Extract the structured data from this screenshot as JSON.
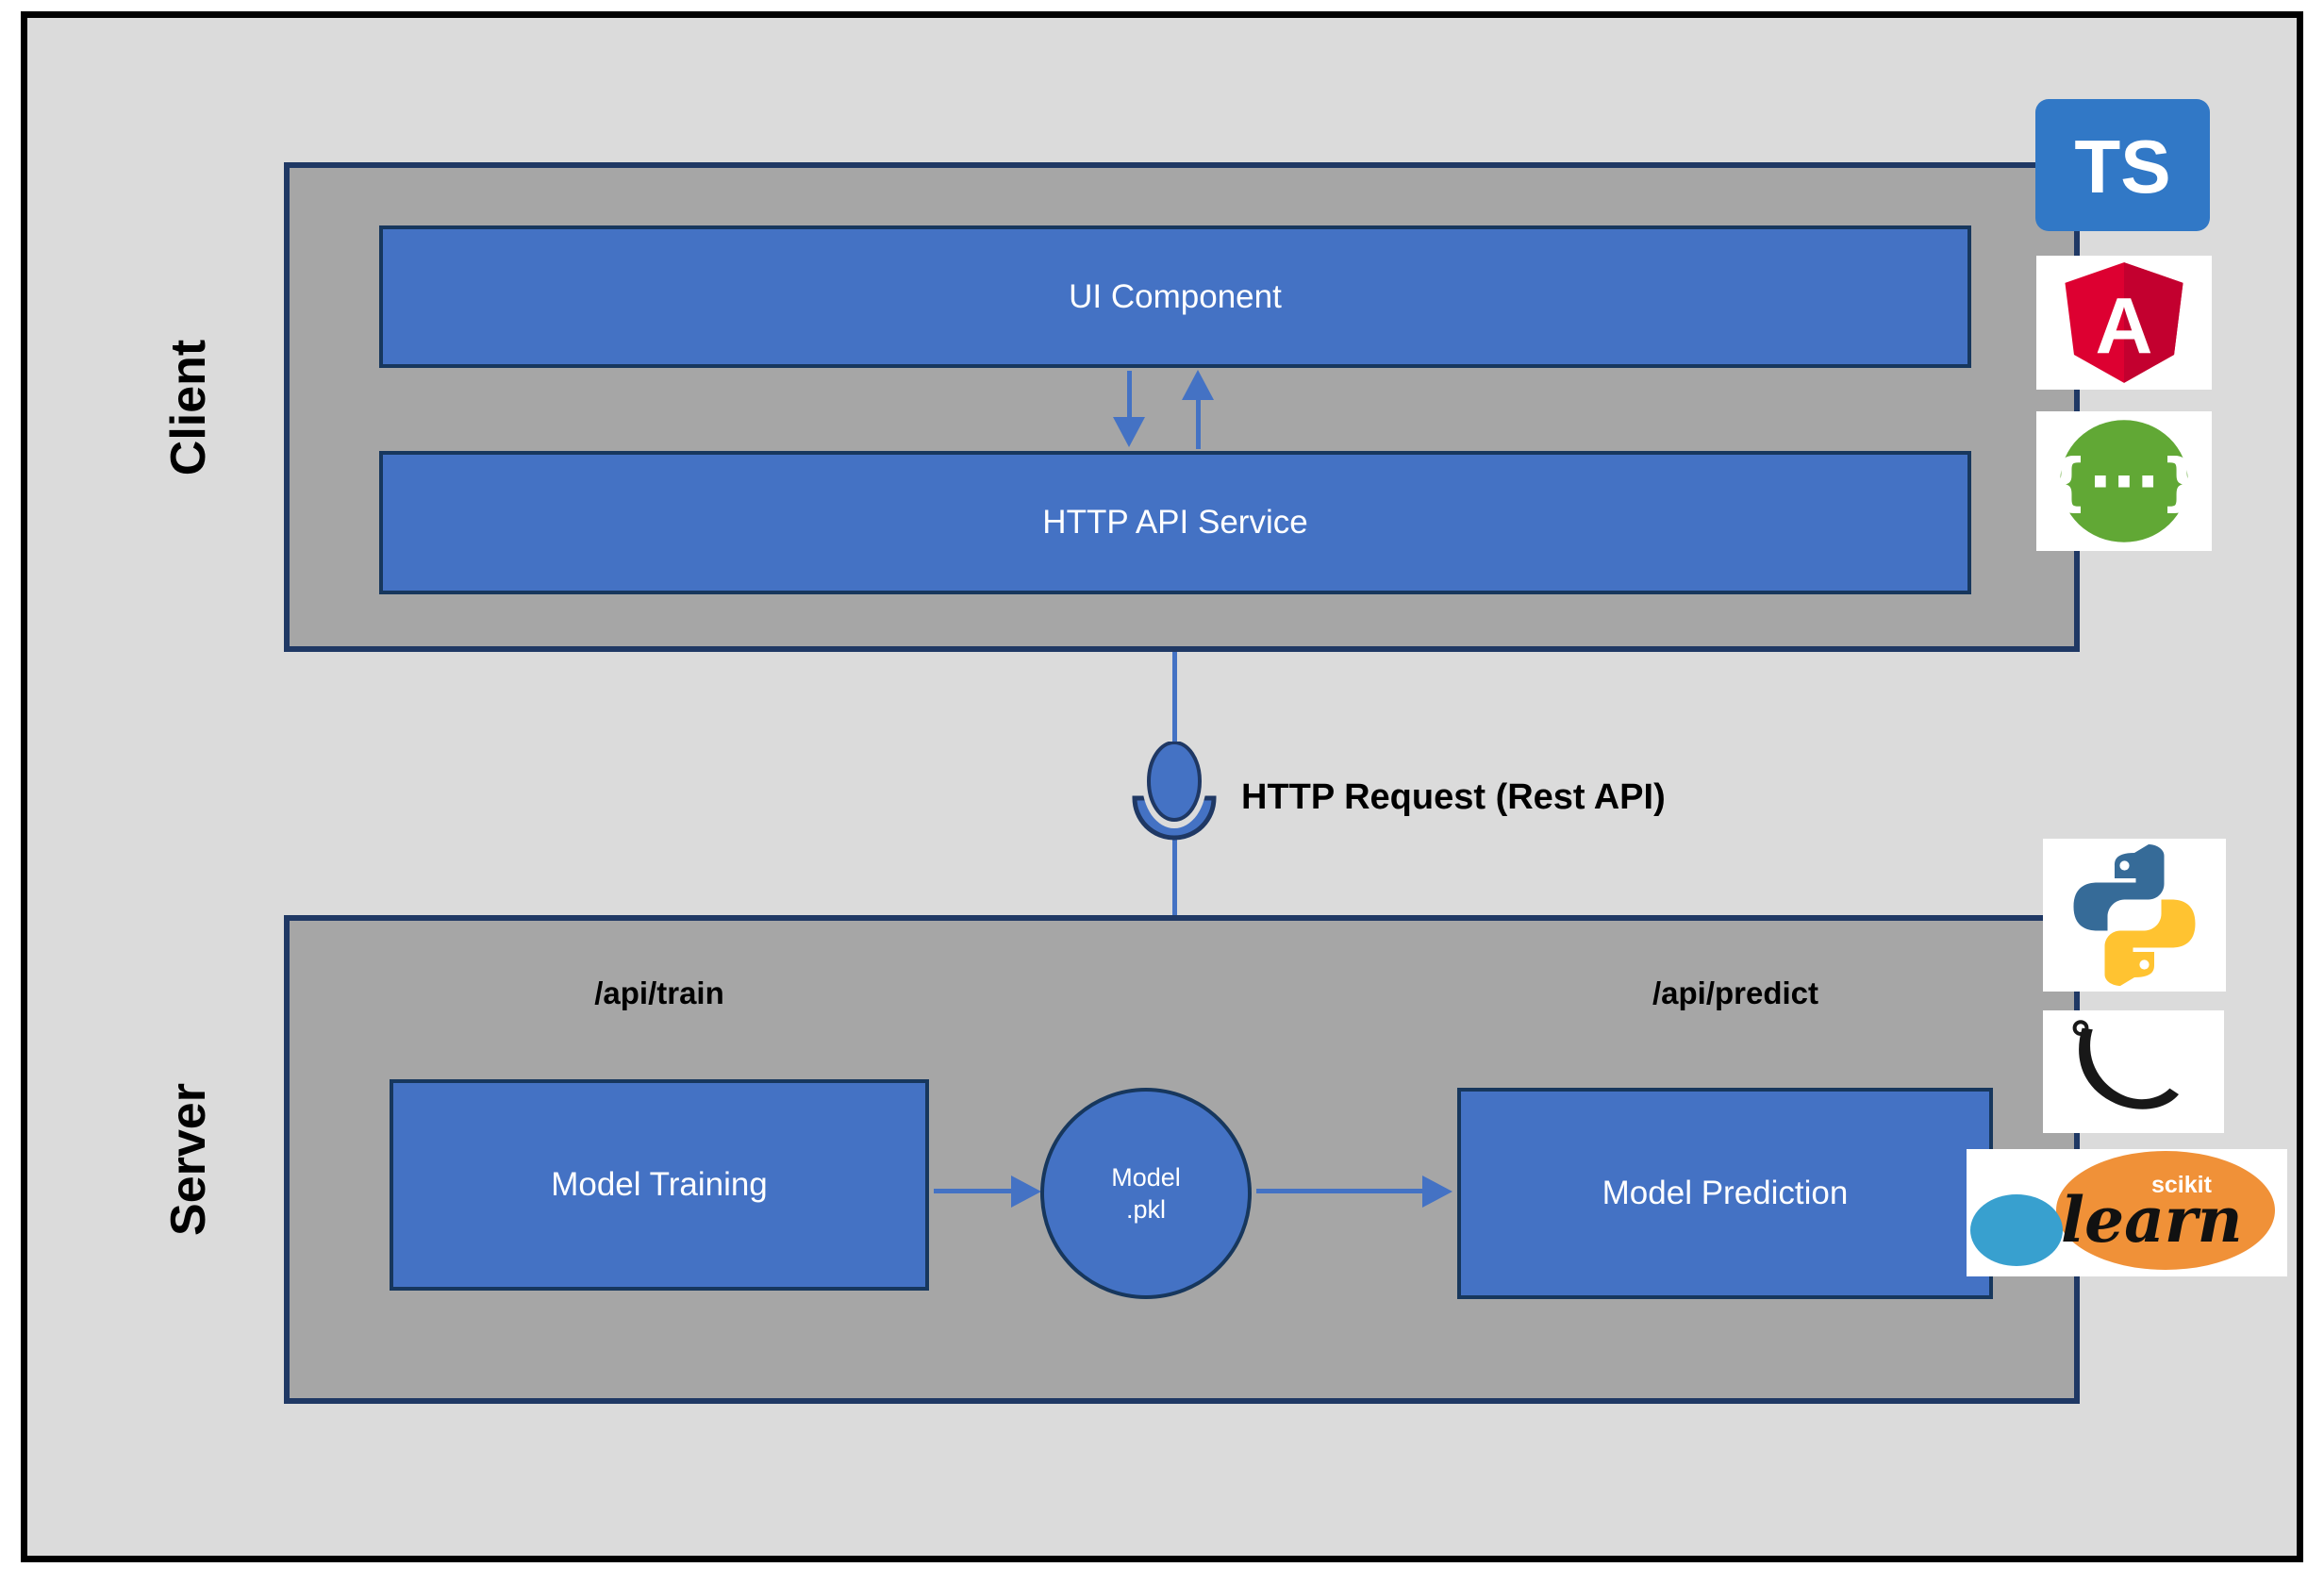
{
  "client": {
    "label": "Client",
    "ui_component": "UI Component",
    "http_api_service": "HTTP API Service"
  },
  "connector": {
    "label": "HTTP Request (Rest API)"
  },
  "server": {
    "label": "Server",
    "train_endpoint": "/api/train",
    "predict_endpoint": "/api/predict",
    "model_training": "Model Training",
    "model_prediction": "Model Prediction",
    "model_file_line1": "Model",
    "model_file_line2": ".pkl"
  },
  "logos": {
    "typescript": "TS",
    "angular_letter": "A",
    "swagger_glyph": "{···}",
    "sklearn_small": "scikit",
    "sklearn_script": "learn"
  },
  "colors": {
    "accent_blue": "#4472c4",
    "box_border_navy": "#17375d",
    "group_border_navy": "#1f3864",
    "group_gray": "#a6a6a6",
    "canvas_gray": "#dbdbdb",
    "ts_blue": "#3178c6",
    "angular_red": "#dd0031",
    "angular_red_dark": "#c3002f",
    "swagger_green": "#61a835",
    "python_blue": "#366b98",
    "python_yellow": "#ffc331",
    "sklearn_orange": "#f09138",
    "sklearn_blue": "#38a0cf"
  }
}
